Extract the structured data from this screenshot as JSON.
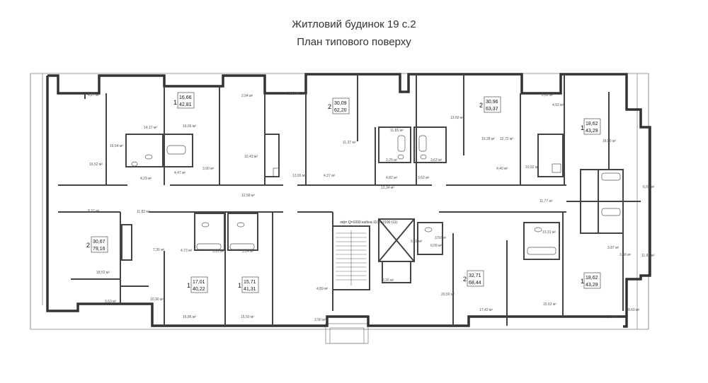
{
  "header": {
    "title": "Житловий будинок 19 с.2",
    "subtitle": "План типового поверху"
  },
  "lift_note": "ліфт Q=1000 кабіна 1100х2100 (11)",
  "apartments": [
    {
      "id": "a1",
      "rooms": "1",
      "living": "16,66",
      "total": "42,81"
    },
    {
      "id": "a2",
      "rooms": "2",
      "living": "30,09",
      "total": "62,20"
    },
    {
      "id": "a3",
      "rooms": "2",
      "living": "30,96",
      "total": "63,37"
    },
    {
      "id": "a4",
      "rooms": "1",
      "living": "18,62",
      "total": "43,29"
    },
    {
      "id": "a5",
      "rooms": "2",
      "living": "30,67",
      "total": "79,16"
    },
    {
      "id": "a6",
      "rooms": "1",
      "living": "17,01",
      "total": "40,22"
    },
    {
      "id": "a7",
      "rooms": "1",
      "living": "15,71",
      "total": "41,31"
    },
    {
      "id": "a8",
      "rooms": "2",
      "living": "32,71",
      "total": "68,44"
    },
    {
      "id": "a9",
      "rooms": "1",
      "living": "18,62",
      "total": "43,29"
    }
  ],
  "room_labels": [
    "4,27 м²",
    "14,17 м²",
    "16,66 м²",
    "2,94 м²",
    "3,69 м²",
    "13,60 м²",
    "12,72 м²",
    "2,62 м²",
    "4,92 м²",
    "16,52 м²",
    "18,50 м²",
    "4,47 м²",
    "3,90 м²",
    "10,43 м²",
    "13,65 м²",
    "11,37 м²",
    "4,37 м²",
    "10,92 м²",
    "4,40 м²",
    "11,65 м²",
    "13,34 м²",
    "3,25 м²",
    "4,82 м²",
    "10,28 м²",
    "3,62 м²",
    "3,63 м²",
    "4,29 м²",
    "8,37 м²",
    "11,82 м²",
    "12,58 м²",
    "11,77 м²",
    "3,48 м²",
    "4,73 м²",
    "3,12 м²",
    "3,14 м²",
    "7,35 м²",
    "13,31 м²",
    "3,59 м²",
    "9,41 м²",
    "6,09 м²",
    "20,50 м²",
    "18,52 м²",
    "3,87 м²",
    "4,89 м²",
    "16,85 м²",
    "17,42 м²",
    "15,63 м²",
    "15,50 м²",
    "19,52 м²",
    "10,90 м²",
    "11,87 м²",
    "16,64 м²",
    "9,63 м²",
    "8,60 м²",
    "6,08 м²",
    "2,90 м²",
    "3,26 м²"
  ]
}
